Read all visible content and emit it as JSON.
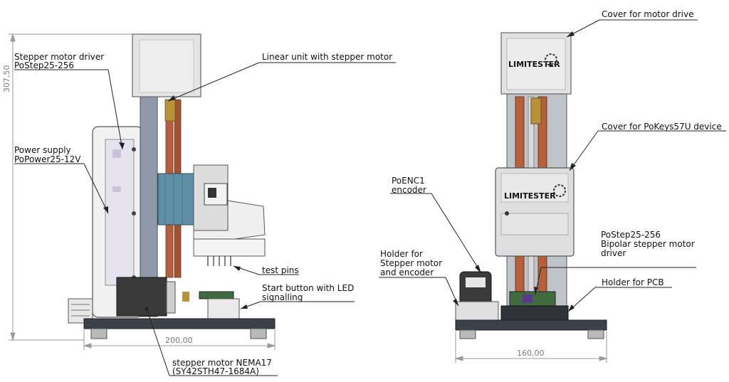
{
  "left_view": {
    "dimension_height": "307,50",
    "dimension_width": "200,00",
    "labels": {
      "driver_line1": "Stepper motor driver",
      "driver_line2": "PoStep25-256",
      "power_line1": "Power supply",
      "power_line2": "PoPower25-12V",
      "linear_unit": "Linear unit with stepper motor",
      "test_pins": "test pins",
      "start_line1": "Start button with LED",
      "start_line2": "signalling",
      "motor_line1": "stepper motor NEMA17",
      "motor_line2": "(SY42STH47-1684A)"
    }
  },
  "right_view": {
    "dimension_width": "160,00",
    "logo_text": "LIMITESTER",
    "labels": {
      "cover_motor": "Cover for motor drive",
      "cover_pokeys": "Cover for PoKeys57U device",
      "poenc_line1": "PoENC1",
      "poenc_line2": "encoder",
      "holder_line1": "Holder for",
      "holder_line2": "Stepper motor",
      "holder_line3": "and encoder",
      "postep_line1": "PoStep25-256",
      "postep_line2": "Bipolar stepper motor",
      "postep_line3": "driver",
      "holder_pcb": "Holder for PCB"
    }
  },
  "colors": {
    "cover": "#d9d9d9",
    "column": "#8f9aa8",
    "rod": "#b5603a",
    "motor_blue": "#5f8fa6",
    "base": "#3c4149",
    "brass": "#b8913a",
    "pcb": "#3f6b3f"
  }
}
